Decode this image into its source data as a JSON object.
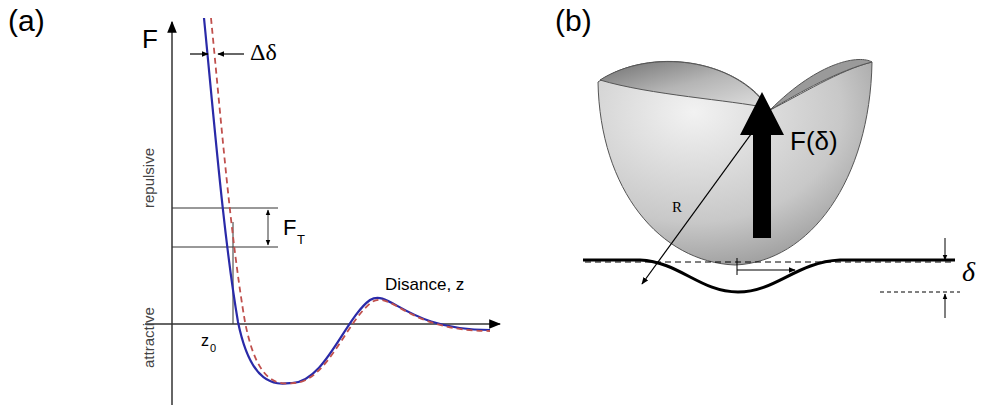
{
  "diagram": {
    "labels": [
      "(a)",
      "F",
      "Δδ",
      "repulsive",
      "attractive",
      "F",
      "T",
      "Disance, z",
      "z",
      "0",
      "(b)",
      "R",
      "F(δ)",
      "δ"
    ]
  }
}
